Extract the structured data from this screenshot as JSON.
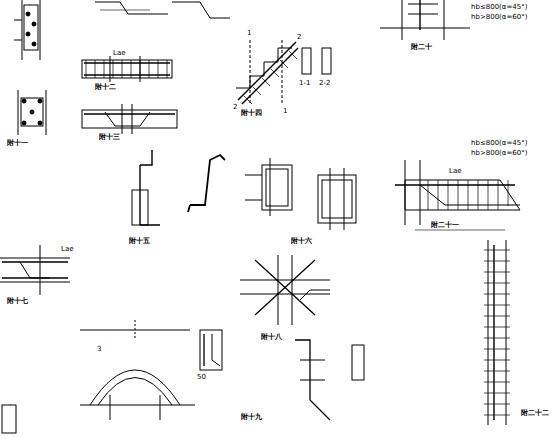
{
  "diagram": {
    "labels": [
      "附十一",
      "附十二",
      "附十三",
      "附十四",
      "1-1",
      "2-2",
      "附十五",
      "附十六",
      "附十七",
      "附十八",
      "附十九",
      "附二十",
      "附二十一",
      "附二十二",
      "hb≤800(α=45°)",
      "hb>800(α=60°)",
      "hb≤800(α=45°)",
      "hb>800(α=60°)",
      "1",
      "2",
      "2",
      "1",
      "Lae",
      "Lae",
      "Lae",
      "3",
      "50"
    ]
  }
}
